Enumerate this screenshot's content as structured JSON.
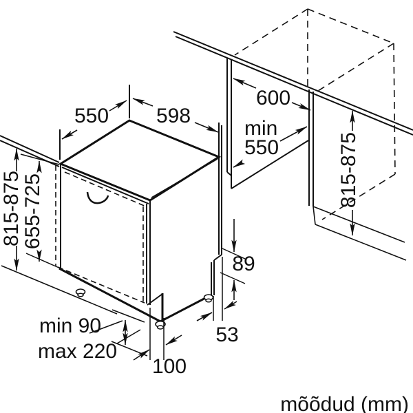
{
  "drawing": {
    "footer_note": "mõõdud (mm)",
    "labels": {
      "top_depth": "550",
      "top_width": "598",
      "worktop_depth": "600",
      "niche_depth_line1": "min",
      "niche_depth_line2": "550",
      "left_height": "815-875",
      "door_height": "655-725",
      "right_height": "815-875",
      "rear_clearance": "89",
      "rear_foot_inset": "53",
      "front_foot_inset": "100",
      "plinth_min": "min 90",
      "plinth_max": "max 220"
    },
    "colors": {
      "line": "#111111",
      "background": "#ffffff"
    }
  }
}
